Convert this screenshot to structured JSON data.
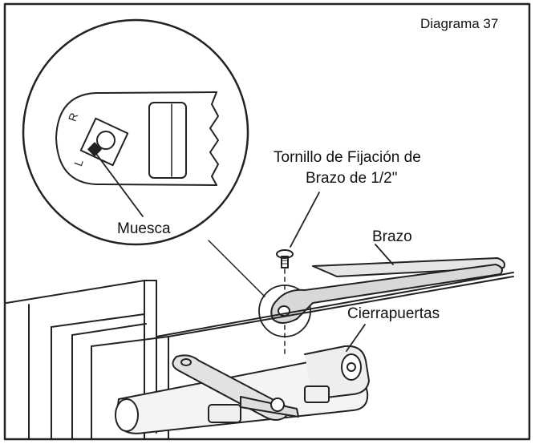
{
  "diagram": {
    "title": "Diagrama 37",
    "labels": {
      "screw_line1": "Tornillo de Fijación de",
      "screw_line2": "Brazo de 1/2\"",
      "arm": "Brazo",
      "closer": "Cierrapuertas",
      "notch": "Muesca"
    },
    "small_marks": {
      "r": "R",
      "l": "L"
    }
  }
}
